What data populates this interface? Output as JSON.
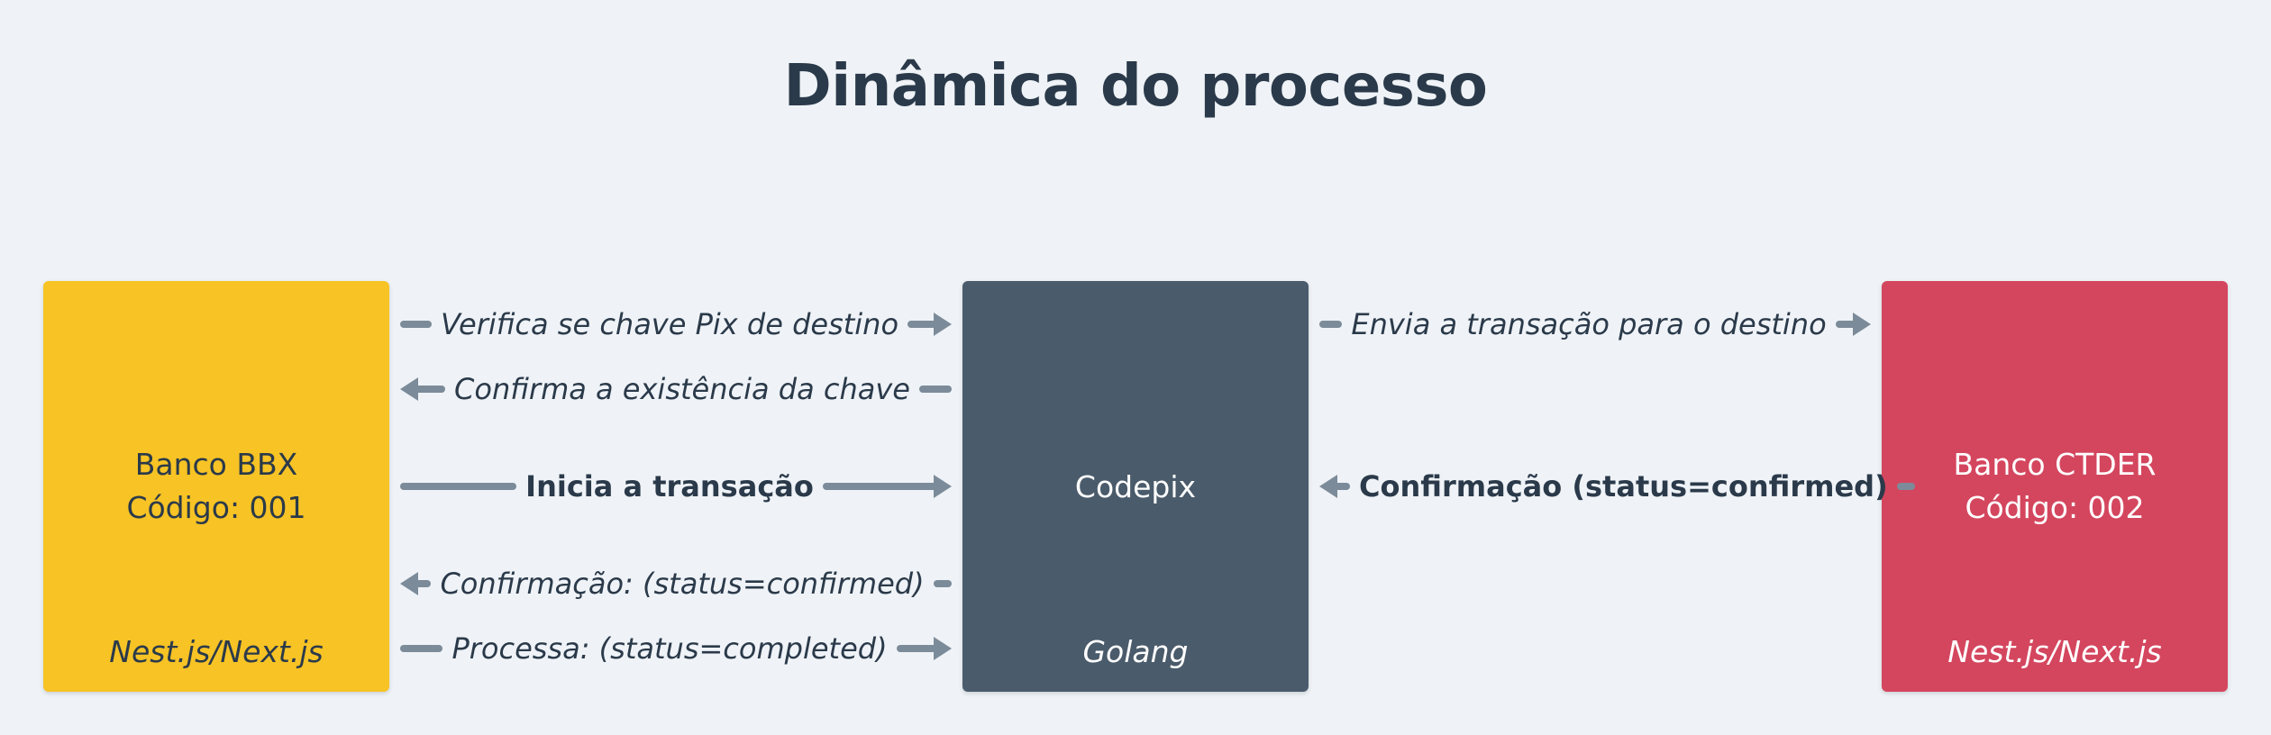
{
  "title": "Dinâmica do processo",
  "colors": {
    "background": "#eff3f7",
    "bank_bbx": "#f7c325",
    "codepix": "#4a5b6b",
    "bank_ctder": "#d4465e",
    "arrow": "#7c8b99",
    "text_dark": "#2b3a4a"
  },
  "nodes": {
    "bbx": {
      "name": "Banco BBX",
      "code": "Código: 001",
      "tech": "Nest.js/Next.js"
    },
    "codepix": {
      "name": "Codepix",
      "tech": "Golang"
    },
    "ctder": {
      "name": "Banco CTDER",
      "code": "Código: 002",
      "tech": "Nest.js/Next.js"
    }
  },
  "messages": {
    "m1": {
      "text": "Verifica se chave Pix de destino",
      "from": "bbx",
      "to": "codepix"
    },
    "m2": {
      "text": "Confirma a existência da chave",
      "from": "codepix",
      "to": "bbx"
    },
    "m3": {
      "text": "Inicia a transação",
      "from": "bbx",
      "to": "codepix"
    },
    "m4": {
      "text": "Confirmação: (status=confirmed)",
      "from": "codepix",
      "to": "bbx"
    },
    "m5": {
      "text": "Processa: (status=completed)",
      "from": "bbx",
      "to": "codepix"
    },
    "m6": {
      "text": "Envia a transação para o destino",
      "from": "codepix",
      "to": "ctder"
    },
    "m7": {
      "text": "Confirmação (status=confirmed)",
      "from": "ctder",
      "to": "codepix"
    }
  }
}
